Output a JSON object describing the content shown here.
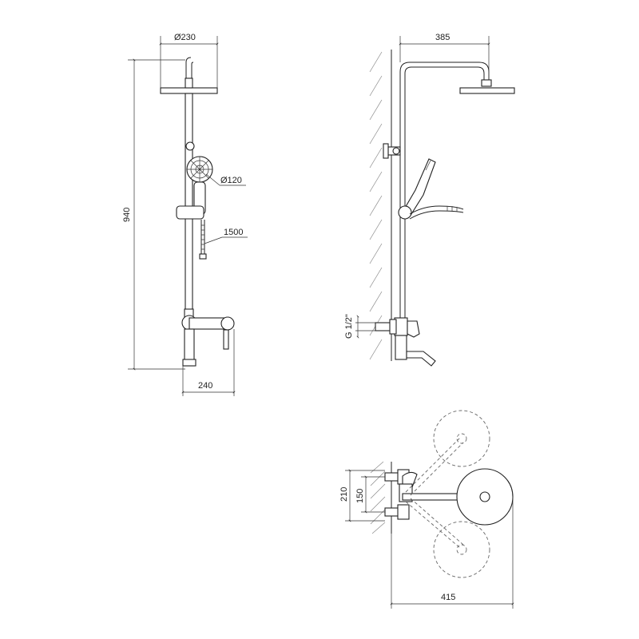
{
  "dimensions": {
    "head_diameter": "Ø230",
    "total_height": "940",
    "handshower_diameter": "Ø120",
    "hose_length": "1500",
    "mixer_width": "240",
    "rail_projection": "385",
    "connection_thread": "G 1/2\"",
    "outer_spacing": "210",
    "inner_spacing": "150",
    "swing_reach": "415"
  }
}
